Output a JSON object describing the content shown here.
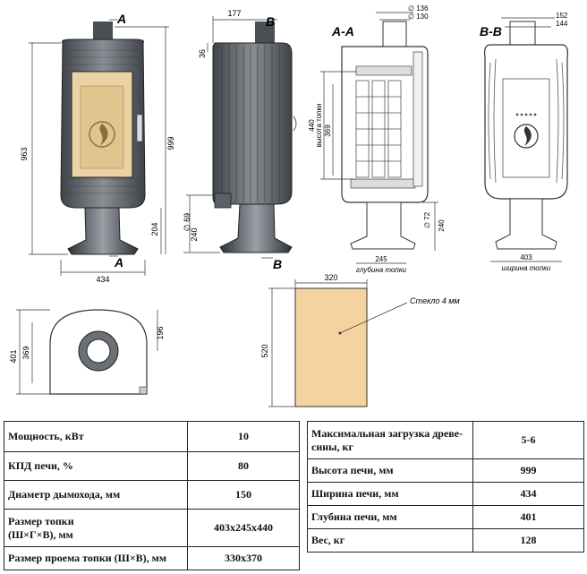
{
  "section_labels": {
    "front_a": "A",
    "side_b": "B",
    "front_a_bottom": "A",
    "side_b_bottom": "B",
    "section_aa": "A-A",
    "section_bb": "B-B"
  },
  "dims": {
    "width_434": "434",
    "height_963": "963",
    "height_999": "999",
    "h_204": "204",
    "top_177": "177",
    "h_36": "36",
    "d_69": "∅ 69",
    "h_240_side": "240",
    "d_136": "∅ 136",
    "d_130": "∅ 130",
    "h_440": "440",
    "h_369_section": "369",
    "firebox_height_label": "высота топки",
    "d_72": "∅ 72",
    "h_240_section": "240",
    "depth_245": "245",
    "firebox_depth_label": "глубина топки",
    "w_152": "152",
    "w_144": "144",
    "w_403": "403",
    "firebox_width_label": "ширина топки",
    "plan_401": "401",
    "plan_369": "369",
    "plan_196": "196",
    "glass_w_320": "320",
    "glass_h_520": "520",
    "glass_note": "Стекло 4 мм"
  },
  "colors": {
    "glass": "#f5d3a0",
    "door_panel": "#ecd3a4",
    "body_dark": "#5b6066",
    "body_mid": "#8a8f95",
    "line": "#333333"
  },
  "specs_left": [
    {
      "label": "Мощность, кВт",
      "value": "10"
    },
    {
      "label": "КПД печи, %",
      "value": "80"
    },
    {
      "label": "Диаметр дымохода, мм",
      "value": "150"
    },
    {
      "label": "Размер топки\n(Ш×Г×В), мм",
      "value": "403x245x440"
    },
    {
      "label": "Размер проема топки (Ш×В), мм",
      "value": "330x370"
    }
  ],
  "specs_right": [
    {
      "label": "Максимальная загрузка древе-\nсины, кг",
      "value": "5-6"
    },
    {
      "label": "Высота печи, мм",
      "value": "999"
    },
    {
      "label": "Ширина печи, мм",
      "value": "434"
    },
    {
      "label": "Глубина печи, мм",
      "value": "401"
    },
    {
      "label": "Вес, кг",
      "value": "128"
    }
  ]
}
